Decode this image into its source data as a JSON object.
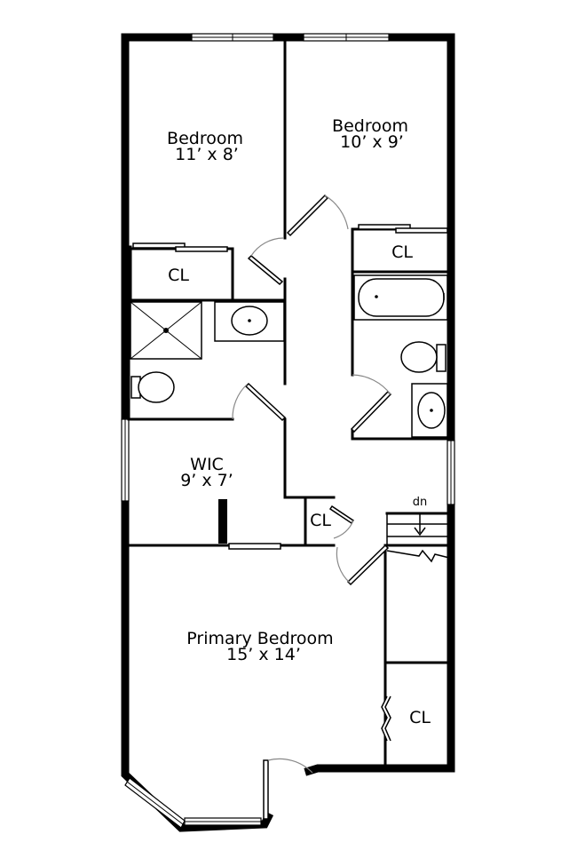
{
  "rooms": {
    "bedroom_left": {
      "name": "Bedroom",
      "size": "11’ x 8’"
    },
    "bedroom_right": {
      "name": "Bedroom",
      "size": "10’ x 9’"
    },
    "wic": {
      "name": "WIC",
      "size": "9’ x 7’"
    },
    "primary": {
      "name": "Primary Bedroom",
      "size": "15’ x 14’"
    }
  },
  "closets": {
    "cl_left": "CL",
    "cl_right": "CL",
    "cl_hall": "CL",
    "cl_primary": "CL"
  },
  "stairs": {
    "label": "dn"
  }
}
